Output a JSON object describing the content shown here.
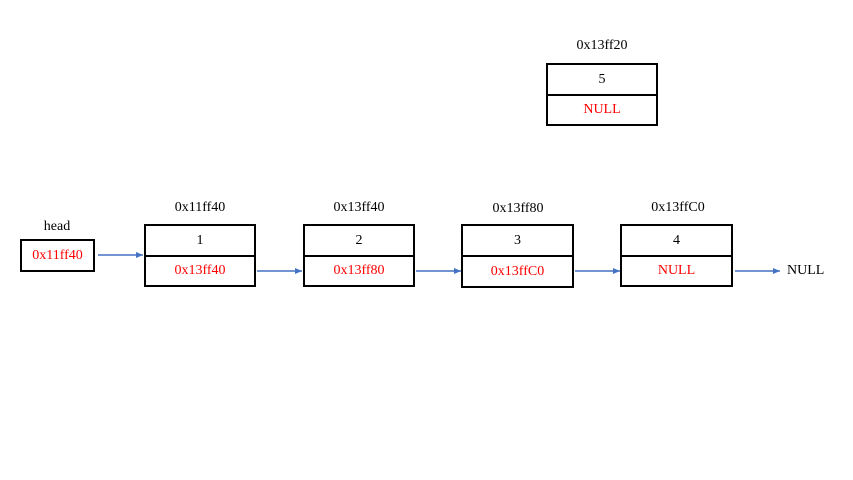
{
  "head": {
    "label": "head",
    "value": "0x11ff40",
    "value_color": "#ff0000"
  },
  "nodes": [
    {
      "address": "0x11ff40",
      "data": "1",
      "next": "0x13ff40"
    },
    {
      "address": "0x13ff40",
      "data": "2",
      "next": "0x13ff80"
    },
    {
      "address": "0x13ff80",
      "data": "3",
      "next": "0x13ffC0"
    },
    {
      "address": "0x13ffC0",
      "data": "4",
      "next": "NULL"
    }
  ],
  "detached_node": {
    "address": "0x13ff20",
    "data": "5",
    "next": "NULL"
  },
  "list_end": "NULL",
  "colors": {
    "pointer_text": "#ff0000",
    "arrow": "#4472c4",
    "border": "#000000"
  }
}
